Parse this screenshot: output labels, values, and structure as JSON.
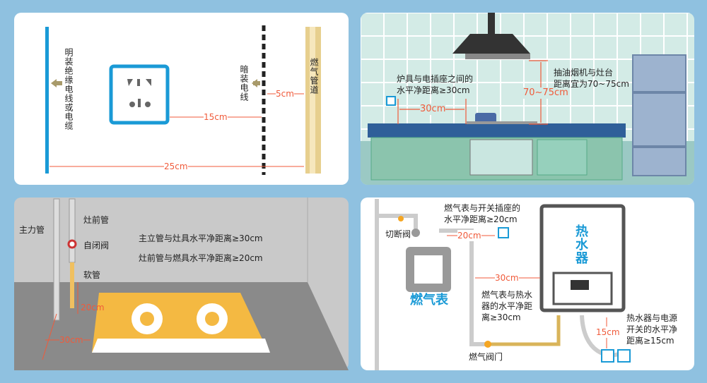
{
  "panel1": {
    "surface_wire": "明装绝缘电线或电缆",
    "concealed_wire": "暗装电线",
    "gas_pipe": "燃气管道",
    "dist_socket_wire": "15cm",
    "dist_wire_pipe": "5cm",
    "dist_total": "25cm"
  },
  "panel2": {
    "stove_socket_note_1": "炉具与电插座之间的",
    "stove_socket_note_2": "水平净距离≥30cm",
    "dist_stove_socket": "30cm",
    "dist_hood": "70~75cm",
    "hood_note_1": "抽油烟机与灶台",
    "hood_note_2": "距离宜为70~75cm"
  },
  "panel3": {
    "main_pipe": "主力管",
    "stove_pipe": "灶前管",
    "auto_valve": "自闭阀",
    "hose": "软管",
    "note_1": "主立管与灶具水平净距离≥30cm",
    "note_2": "灶前管与燃具水平净距离≥20cm",
    "dist_20": "20cm",
    "dist_30": "30cm"
  },
  "panel4": {
    "cutoff_valve": "切断阀",
    "meter_socket_note_1": "燃气表与开关插座的",
    "meter_socket_note_2": "水平净距离≥20cm",
    "dist_20": "20cm",
    "dist_30": "30cm",
    "gas_meter": "燃气表",
    "heater": "热水器",
    "meter_heater_note_1": "燃气表与热水",
    "meter_heater_note_2": "器的水平净距",
    "meter_heater_note_3": "离≥30cm",
    "gas_valve": "燃气阀门",
    "dist_15": "15cm",
    "heater_switch_note_1": "热水器与电源",
    "heater_switch_note_2": "开关的水平净",
    "heater_switch_note_3": "距离≥15cm"
  },
  "colors": {
    "accent": "#1a9ad6",
    "dimension": "#f05a3a",
    "gas_pipe": "#d9b45a"
  }
}
